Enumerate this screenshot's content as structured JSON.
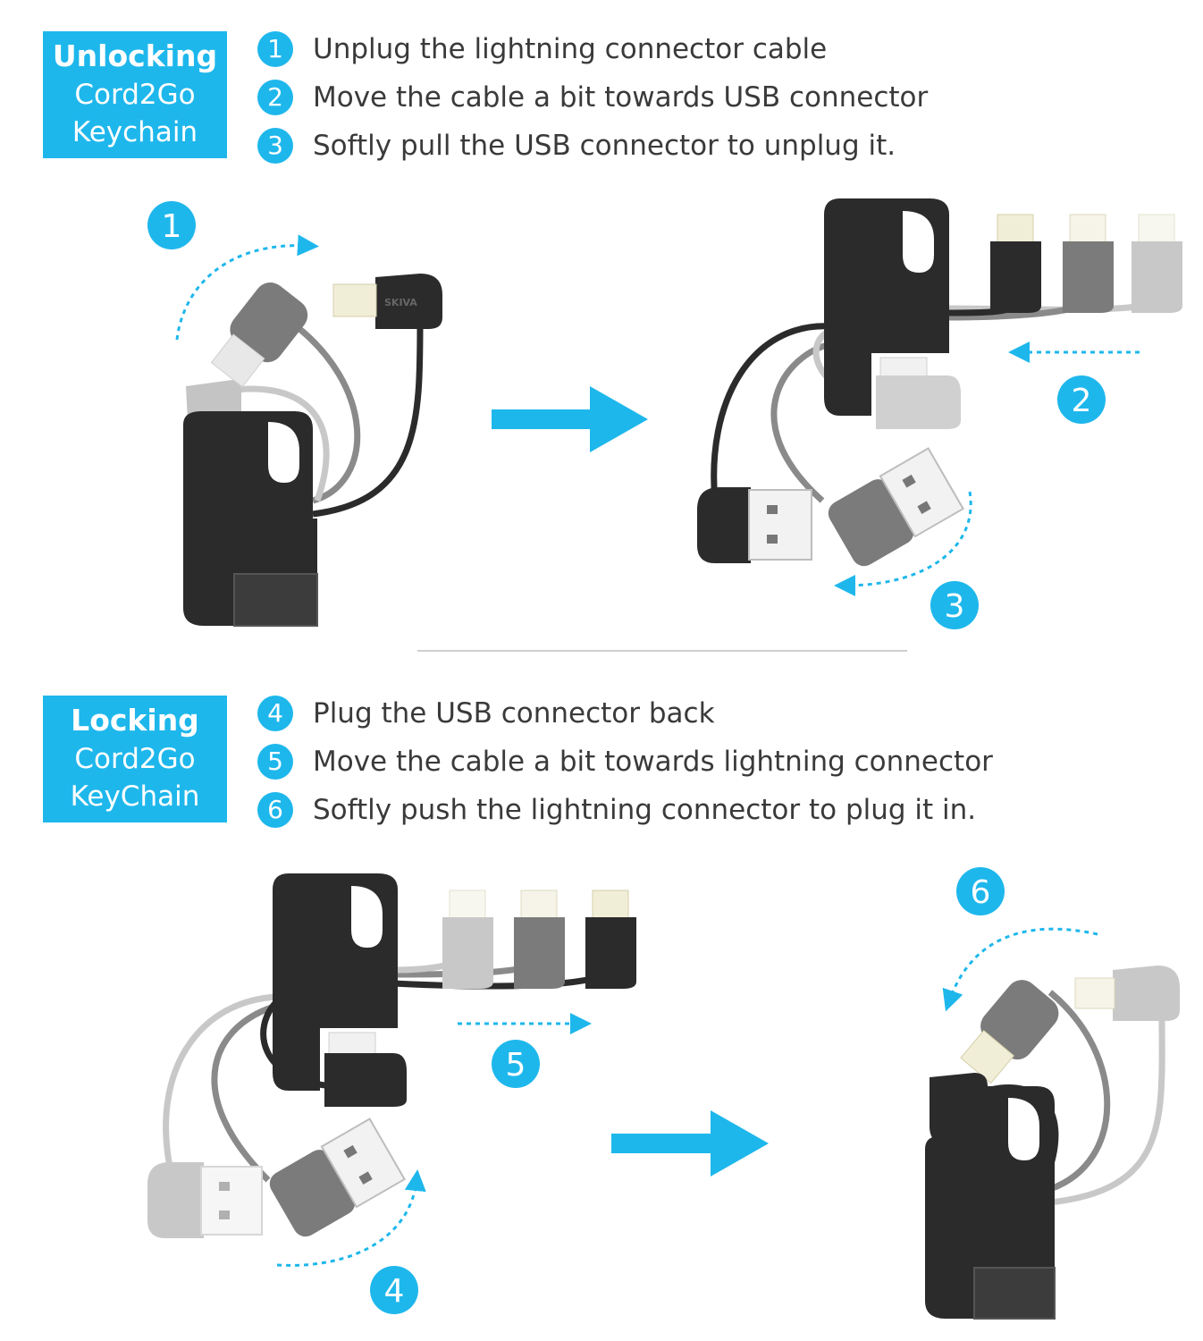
{
  "unlocking": {
    "title": "Unlocking",
    "line2": "Cord2Go",
    "line3": "Keychain",
    "steps": [
      {
        "num": "1",
        "text": "Unplug the lightning connector cable"
      },
      {
        "num": "2",
        "text": "Move the cable a bit towards USB connector"
      },
      {
        "num": "3",
        "text": "Softly pull the USB connector to unplug it."
      }
    ]
  },
  "locking": {
    "title": "Locking",
    "line2": "Cord2Go",
    "line3": "KeyChain",
    "steps": [
      {
        "num": "4",
        "text": "Plug the USB connector back"
      },
      {
        "num": "5",
        "text": "Move the cable a bit towards lightning connector"
      },
      {
        "num": "6",
        "text": "Softly push the lightning connector  to plug it in."
      }
    ]
  },
  "callouts": [
    "1",
    "2",
    "3",
    "4",
    "5",
    "6"
  ],
  "brand_text": "SKIVA",
  "colors": {
    "accent": "#1eb7ec",
    "device": "#2b2b2b",
    "mid_gray": "#7a7a7a",
    "light_gray": "#bdbdbd",
    "text": "#3a3a3a"
  }
}
